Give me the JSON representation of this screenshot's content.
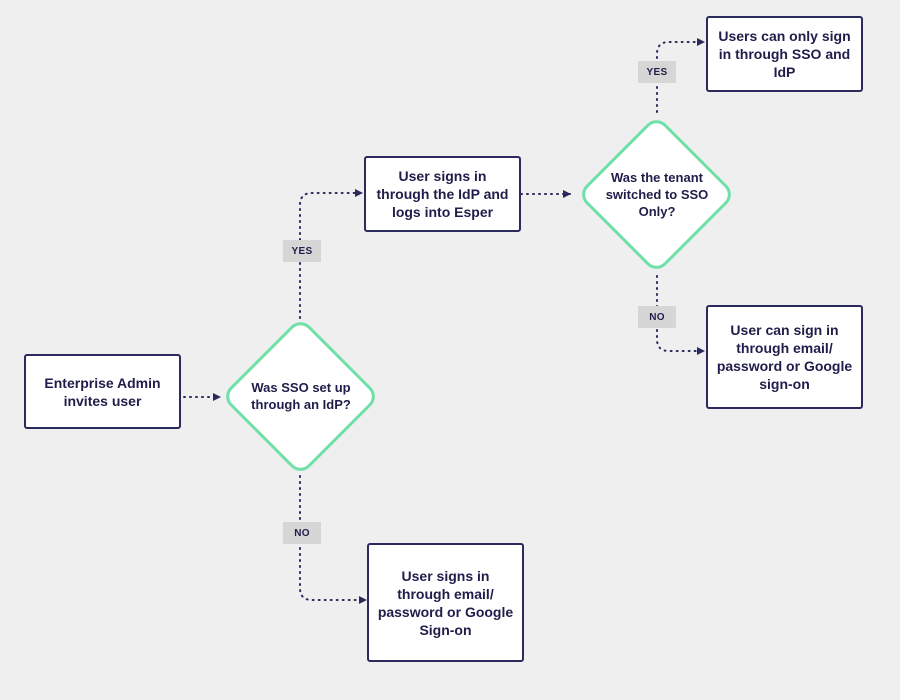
{
  "colors": {
    "background": "#efefef",
    "box_border": "#2b2a5c",
    "diamond_border": "#6ee0a8",
    "connector": "#2b2a5c",
    "tag_fill": "#d6d6d6",
    "text": "#1f1d4a"
  },
  "nodes": {
    "admin_invites": "Enterprise Admin invites user",
    "sso_setup_question": "Was SSO set up through an IdP?",
    "idp_signin": "User signs in through the IdP and logs into Esper",
    "sso_only_question": "Was the tenant switched to SSO Only?",
    "sso_idp_only": "Users can only sign in through SSO and IdP",
    "email_or_google_option": "User can sign in through email/ password or Google sign-on",
    "email_or_google_signin": "User signs in through email/ password or Google Sign-on"
  },
  "tags": {
    "yes_1": "YES",
    "no_1": "NO",
    "yes_2": "YES",
    "no_2": "NO"
  }
}
